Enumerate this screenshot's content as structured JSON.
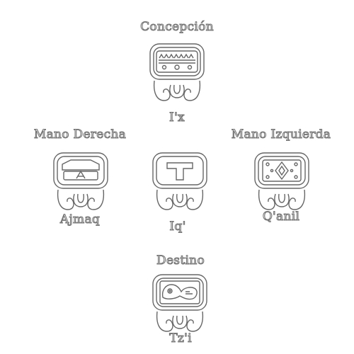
{
  "headings": {
    "top": "Concepción",
    "left": "Mano Derecha",
    "right": "Mano Izquierda",
    "bottom": "Destino"
  },
  "glyphs": {
    "top": {
      "name": "I'x",
      "icon": "ix-glyph"
    },
    "left": {
      "name": "Ajmaq",
      "icon": "ajmaq-glyph"
    },
    "center": {
      "name": "Iq'",
      "icon": "iq-glyph"
    },
    "right": {
      "name": "Q'anil",
      "icon": "qanil-glyph"
    },
    "bottom": {
      "name": "Tz'i",
      "icon": "tzi-glyph"
    }
  }
}
